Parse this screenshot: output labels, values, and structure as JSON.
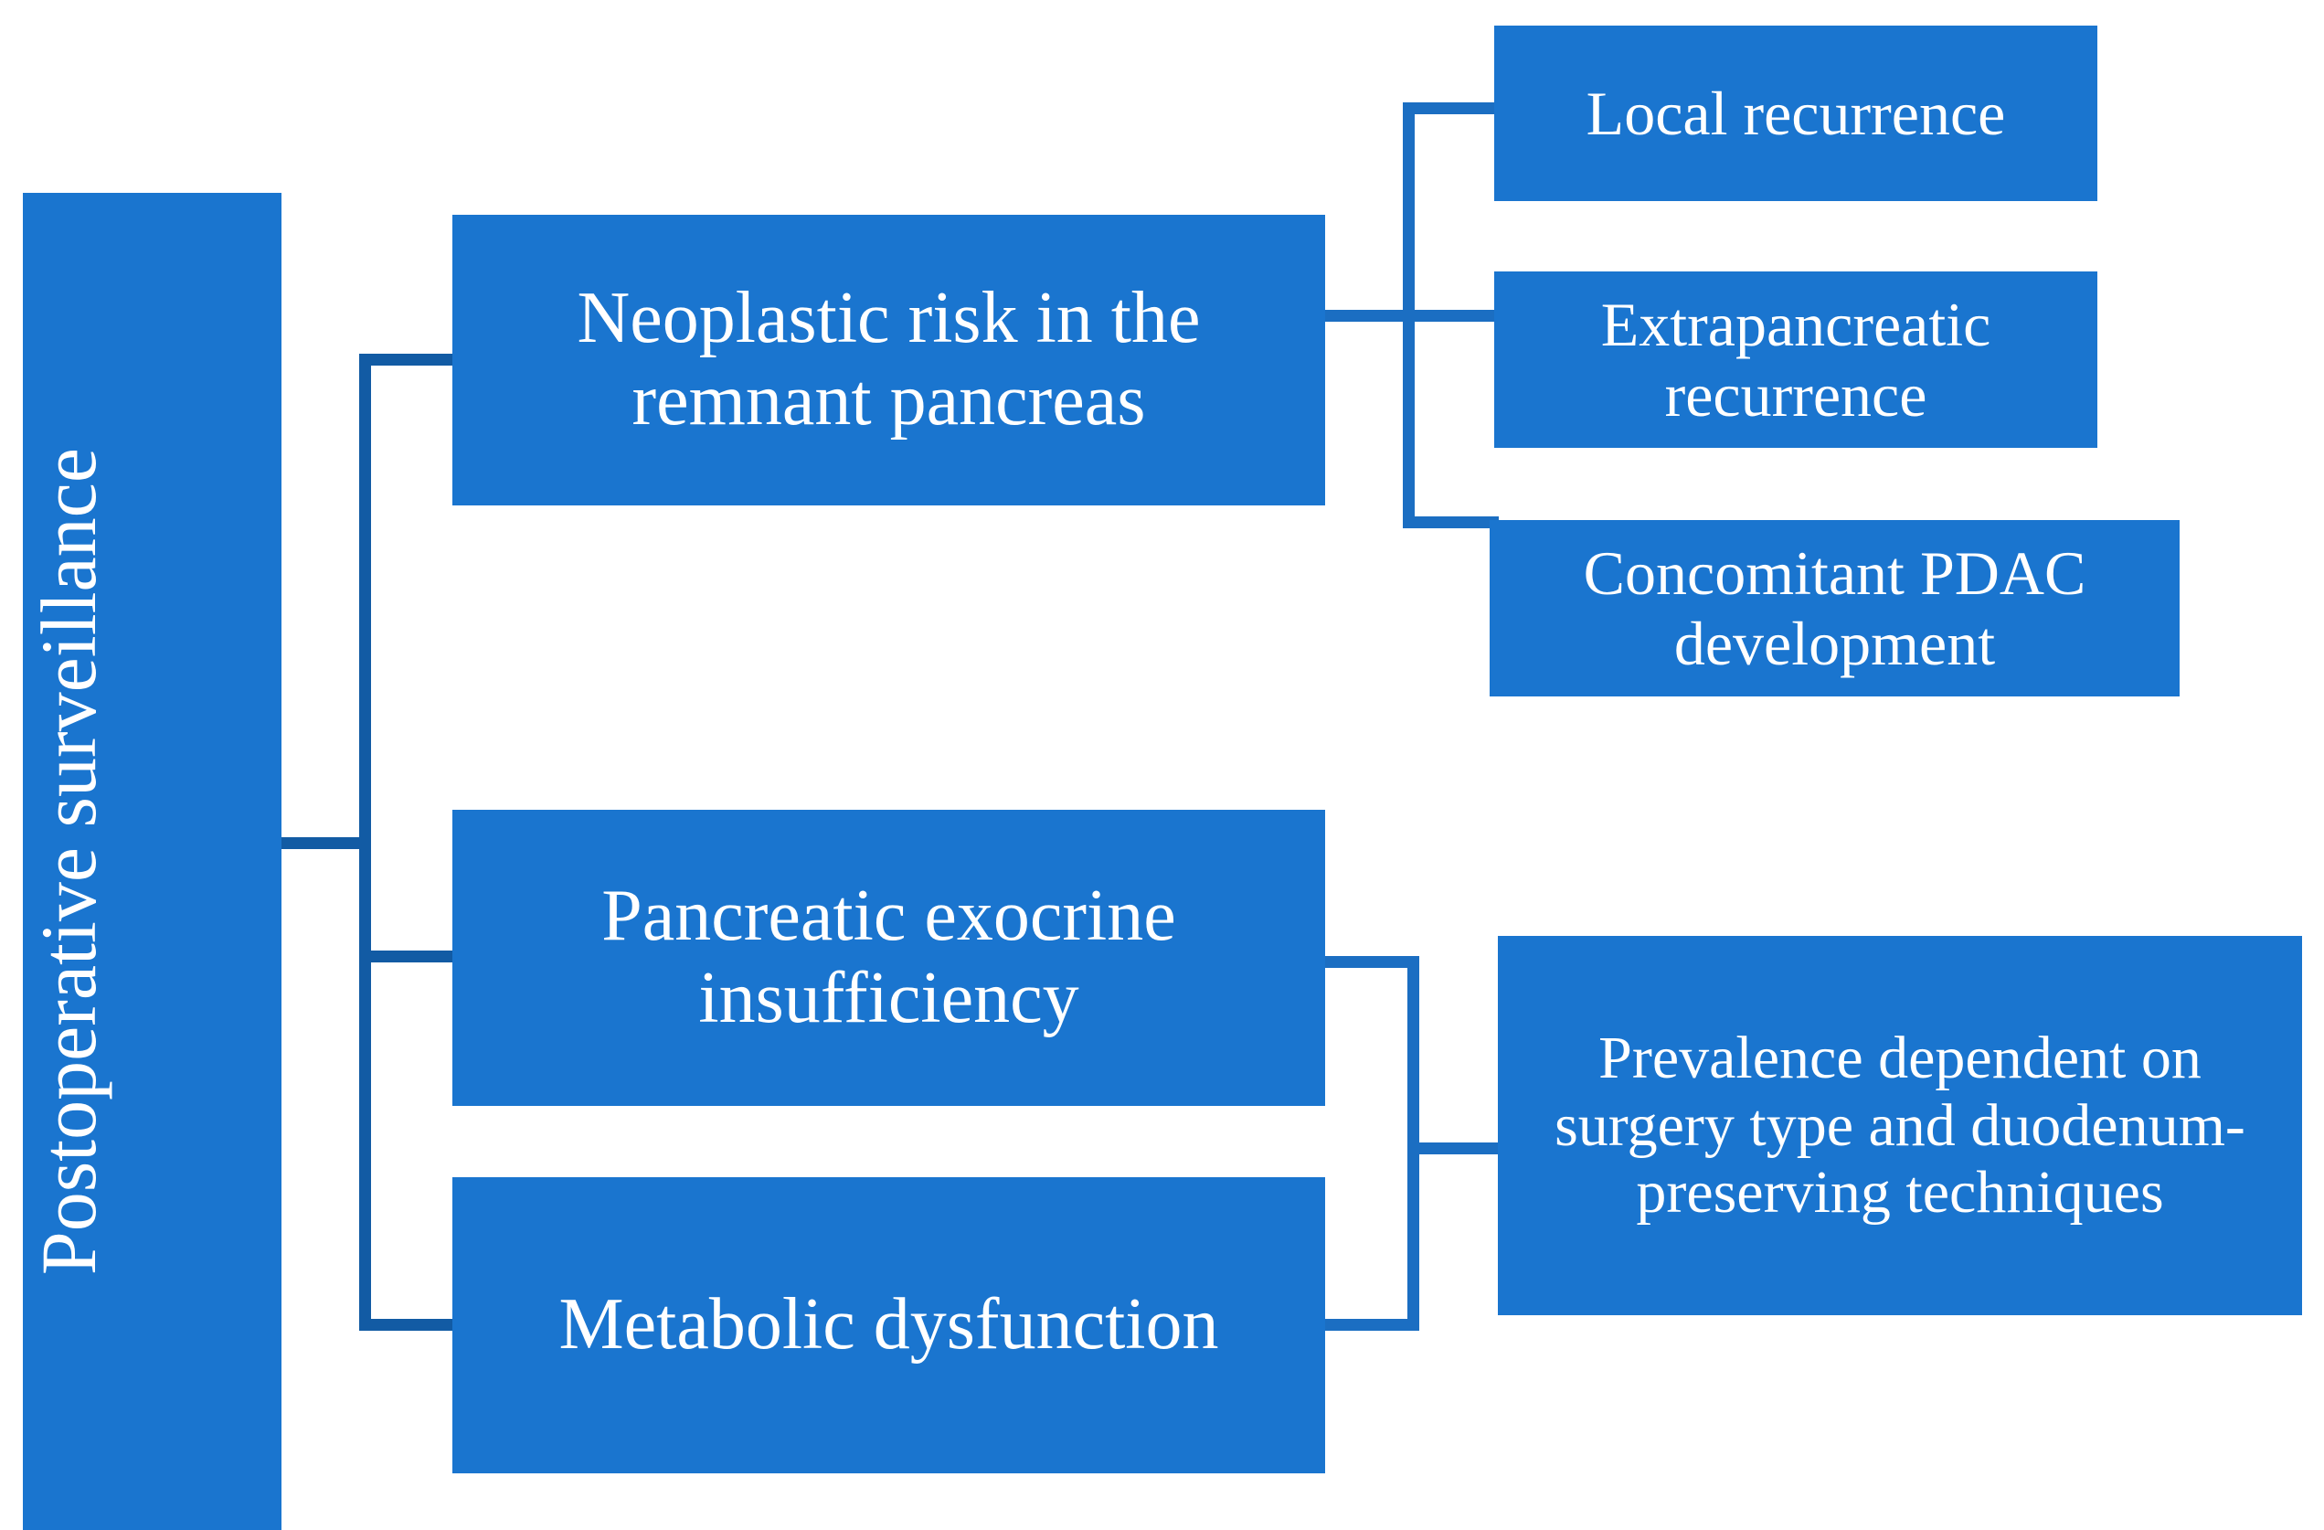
{
  "diagram": {
    "title": "Postoperative surveillance",
    "type": "hierarchy-flowchart",
    "colors": {
      "node_fill": "#1a75cf",
      "node_text": "#ffffff",
      "connector": "#125ba4",
      "background": "#ffffff"
    },
    "root": {
      "label": "Postoperative surveillance",
      "orientation": "vertical-text"
    },
    "branches": [
      {
        "label": "Neoplastic risk in the remnant pancreas",
        "children": [
          {
            "label": "Local recurrence"
          },
          {
            "label": "Extrapancreatic recurrence"
          },
          {
            "label": "Concomitant PDAC development"
          }
        ]
      },
      {
        "label": "Pancreatic exocrine insufficiency",
        "children": [
          {
            "label": "Prevalence dependent on surgery type and duodenum-preserving techniques"
          }
        ]
      },
      {
        "label": "Metabolic dysfunction",
        "children": [
          {
            "label": "Prevalence dependent on surgery type and duodenum-preserving techniques"
          }
        ]
      }
    ],
    "shared_outcome": {
      "label": "Prevalence dependent on surgery type and duodenum-preserving techniques"
    }
  }
}
